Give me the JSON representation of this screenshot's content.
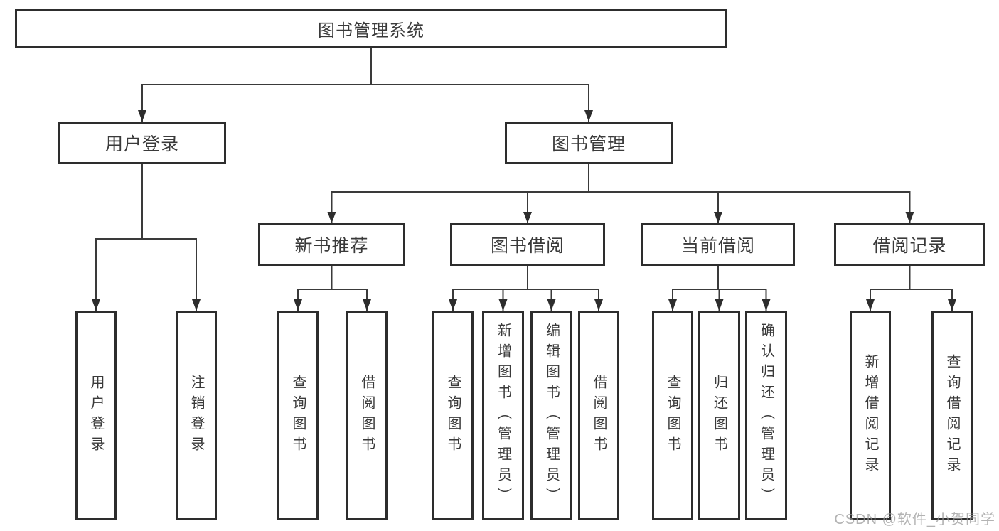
{
  "diagram_type": "tree",
  "tree": {
    "label": "图书管理系统",
    "children": [
      {
        "label": "用户登录",
        "children": [
          {
            "label": "用户登录"
          },
          {
            "label": "注销登录"
          }
        ]
      },
      {
        "label": "图书管理",
        "children": [
          {
            "label": "新书推荐",
            "children": [
              {
                "label": "查询图书"
              },
              {
                "label": "借阅图书"
              }
            ]
          },
          {
            "label": "图书借阅",
            "children": [
              {
                "label": "查询图书"
              },
              {
                "label": "新增图书（管理员）"
              },
              {
                "label": "编辑图书（管理员）"
              },
              {
                "label": "借阅图书"
              }
            ]
          },
          {
            "label": "当前借阅",
            "children": [
              {
                "label": "查询图书"
              },
              {
                "label": "归还图书"
              },
              {
                "label": "确认归还（管理员）"
              }
            ]
          },
          {
            "label": "借阅记录",
            "children": [
              {
                "label": "新增借阅记录"
              },
              {
                "label": "查询借阅记录"
              }
            ]
          }
        ]
      }
    ]
  },
  "watermark": {
    "text": "CSDN @软件_小贺同学"
  },
  "colors": {
    "border": "#2d2d2d",
    "line": "#3a3a3a",
    "text": "#3a3a3a",
    "background": "#ffffff",
    "watermark": "#b5b5b5"
  }
}
